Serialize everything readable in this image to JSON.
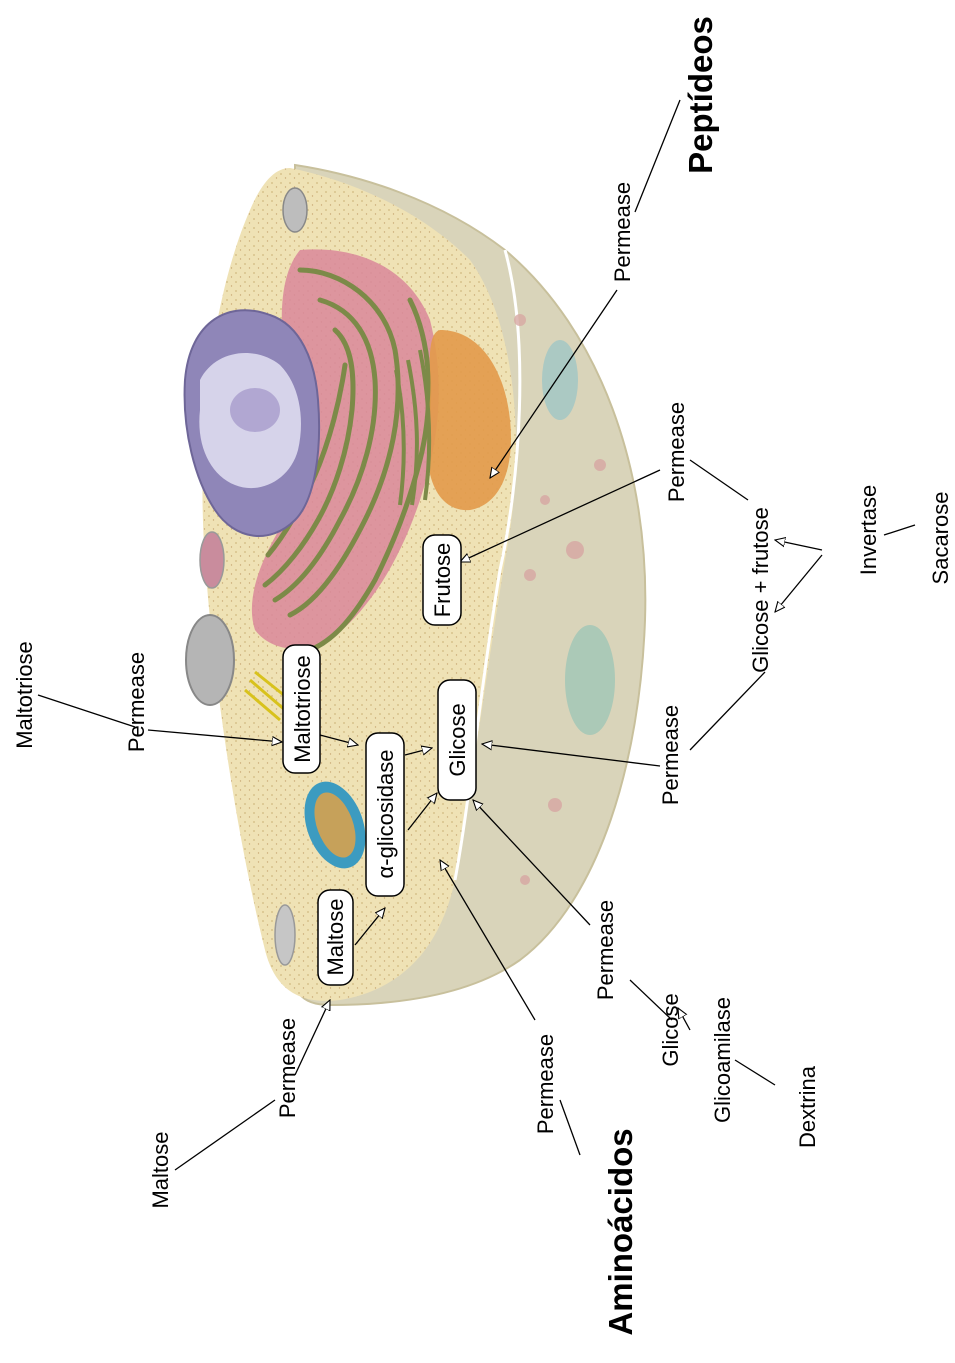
{
  "labels": {
    "maltotriose_outer": "Maltotriose",
    "maltose_outer": "Maltose",
    "permease_maltotriose": "Permease",
    "permease_maltose": "Permease",
    "permease_aminoacidos": "Permease",
    "aminoacidos": "Aminoácidos",
    "permease_glicose": "Permease",
    "glicose_outer": "Glicose",
    "glicoamilase": "Glicoamilase",
    "dextrina": "Dextrina",
    "permease_glicfrut": "Permease",
    "glicose_frutose": "Glicose + frutose",
    "permease_frutose": "Permease",
    "invertase": "Invertase",
    "sacarose": "Sacarose",
    "permease_peptideos": "Permease",
    "peptideos": "Peptídeos"
  },
  "boxes": {
    "maltotriose": "Maltotriose",
    "maltose": "Maltose",
    "alfa_glicosidase": "α-glicosidase",
    "glicose": "Glicose",
    "frutose": "Frutose"
  },
  "colors": {
    "cytoplasm": "#efe2b5",
    "cell_outer": "#d9d4ba",
    "er_pink": "#d9879a",
    "er_membrane": "#7c8a48",
    "nucleus": "#8f86b8",
    "golgi": "#e29a4a",
    "mitochondria": "#3c9bc0"
  }
}
